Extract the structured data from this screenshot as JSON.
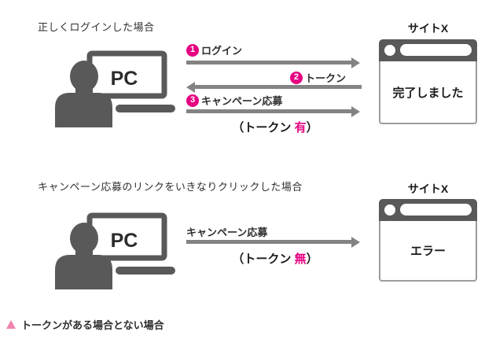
{
  "section1": {
    "title": "正しくログインした場合",
    "pc_label": "PC",
    "site_label": "サイトX",
    "browser_message": "完了しました",
    "steps": [
      {
        "num": "1",
        "label": "ログイン",
        "direction": "right"
      },
      {
        "num": "2",
        "label": "トークン",
        "direction": "left"
      },
      {
        "num": "3",
        "label": "キャンペーン応募",
        "direction": "right"
      }
    ],
    "token_note": {
      "open": "（トークン ",
      "value": "有",
      "close": "）"
    }
  },
  "section2": {
    "title": "キャンペーン応募のリンクをいきなりクリックした場合",
    "pc_label": "PC",
    "site_label": "サイトX",
    "browser_message": "エラー",
    "arrow_label": "キャンペーン応募",
    "arrow_direction": "right",
    "token_note": {
      "open": "（トークン ",
      "value": "無",
      "close": "）"
    }
  },
  "caption": {
    "marker": "▲",
    "text": "トークンがある場合とない場合"
  },
  "colors": {
    "accent_pink": "#e60082",
    "caption_triangle_pink": "#f083b0",
    "arrow_gray": "#838383",
    "icon_gray": "#595959",
    "text_dark": "#333333"
  }
}
